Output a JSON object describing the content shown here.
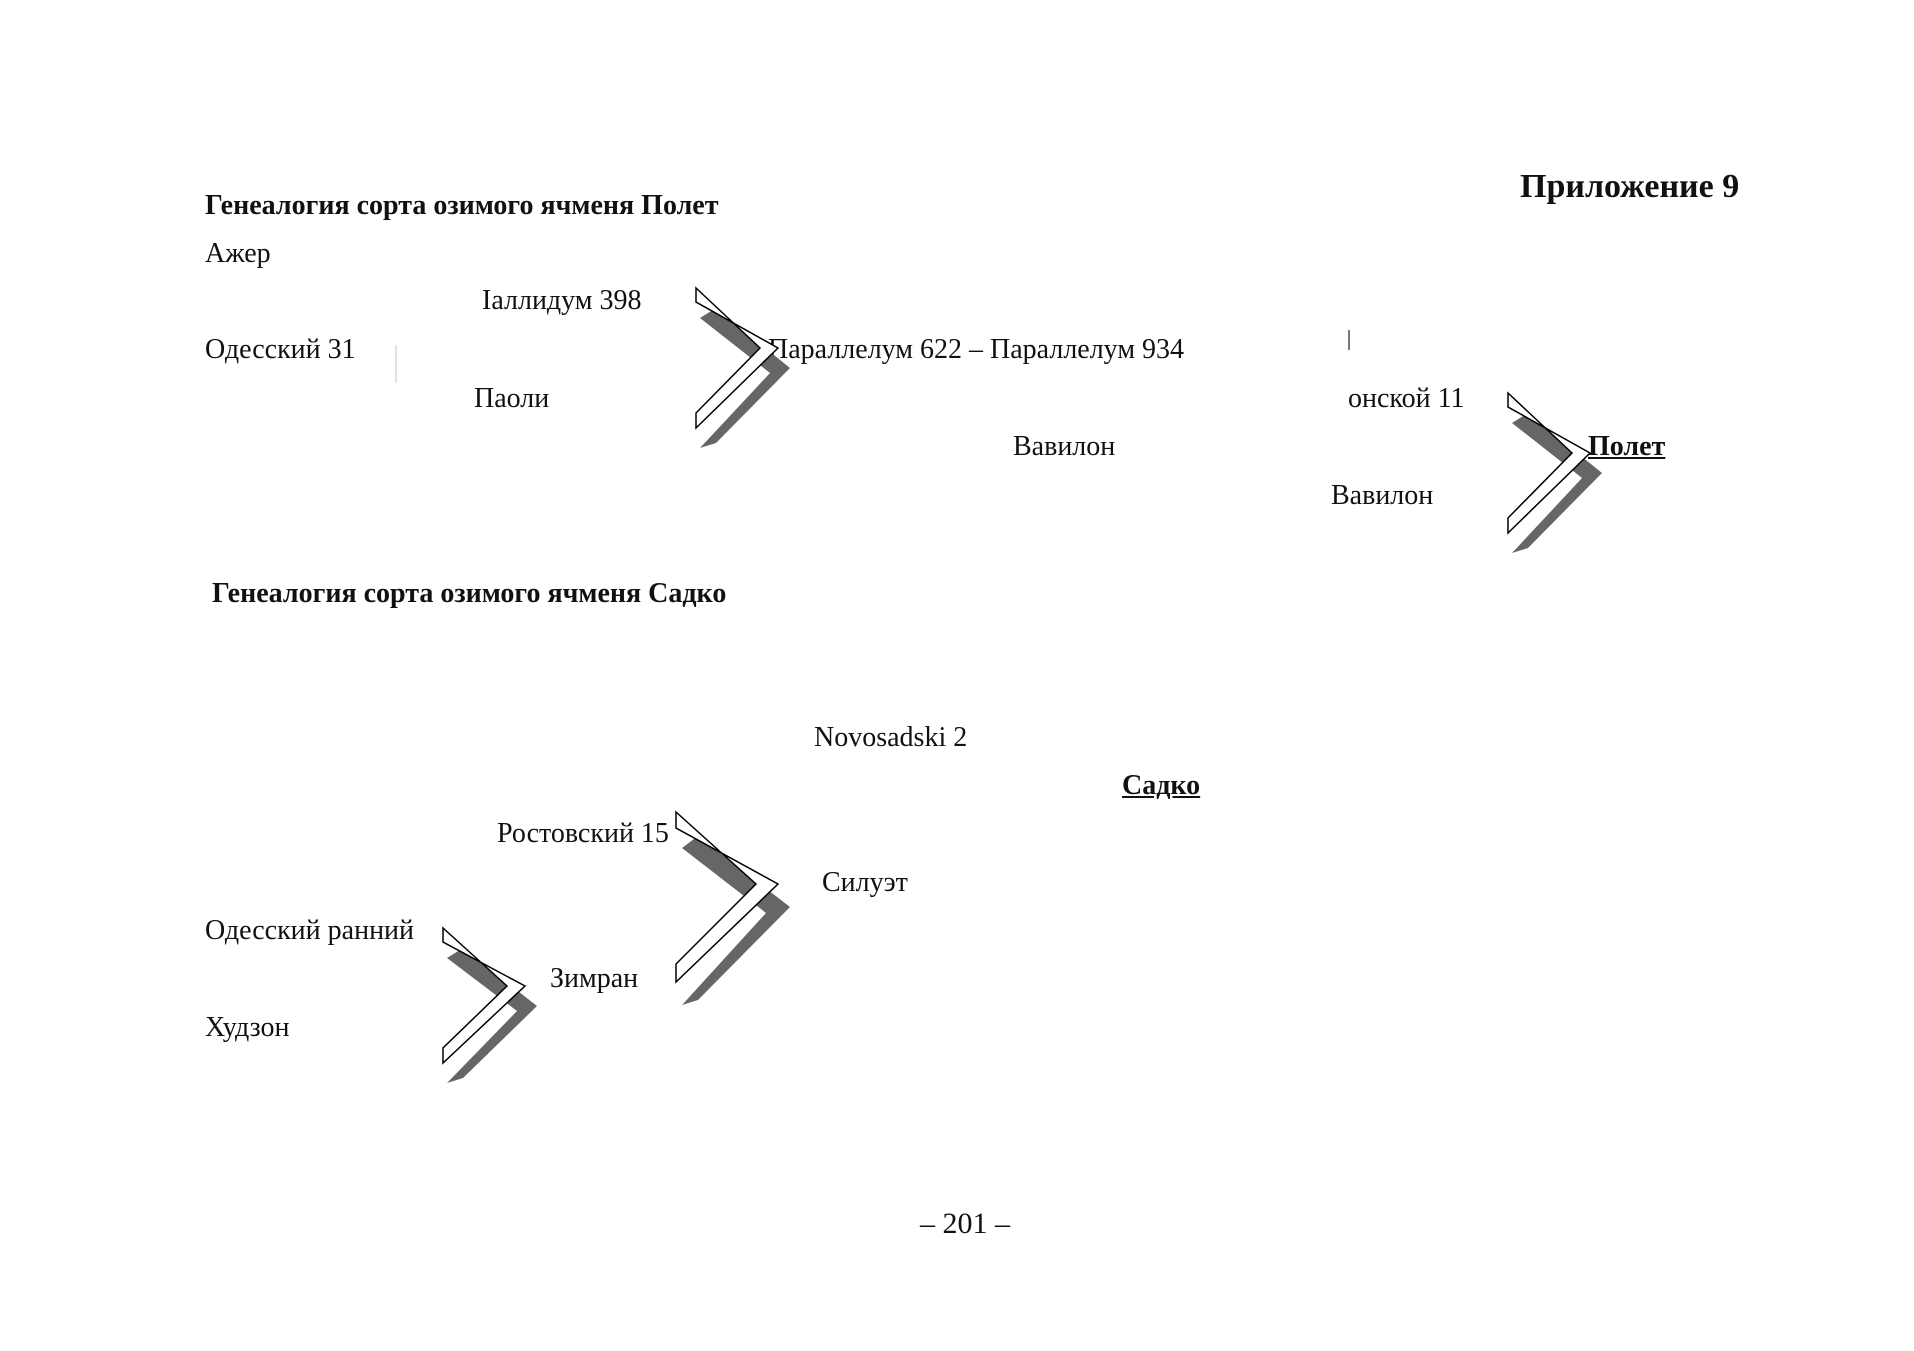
{
  "appendix_label": "Приложение 9",
  "section1": {
    "title": "Генеалогия сорта озимого ячменя Полет",
    "ancestors": {
      "azher": "Ажер",
      "odessky31": "Одесский 31",
      "pallidum398": "Іаллидум 398",
      "paoli": "Паоли",
      "parallelum": "Параллелум 622 – Параллелум 934",
      "donskoy11": "онской 11",
      "vavilon_a": "Вавилон",
      "vavilon_b": "Вавилон"
    },
    "result": "Полет"
  },
  "section2": {
    "title": "Генеалогия сорта озимого ячменя Садко",
    "ancestors": {
      "novosadski2": "Novosadski 2",
      "rostovsky15": "Ростовский 15",
      "odessky_early": "Одесский ранний",
      "hudzon": "Худзон",
      "zimran": "Зимран",
      "siluet": "Силуэт"
    },
    "result": "Садко"
  },
  "page_number": "– 201 –"
}
